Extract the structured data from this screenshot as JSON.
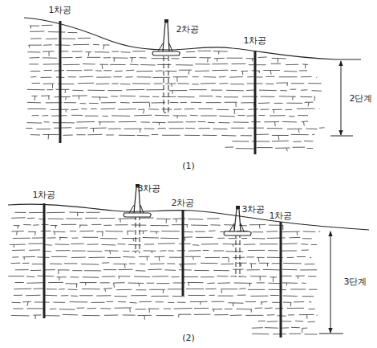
{
  "diagram": {
    "labels": [
      "1차공",
      "2차공",
      "1차공",
      "2단계",
      "(1)",
      "1차공",
      "3차공",
      "2차공",
      "3차공",
      "1차공",
      "3단계",
      "(2)"
    ]
  }
}
